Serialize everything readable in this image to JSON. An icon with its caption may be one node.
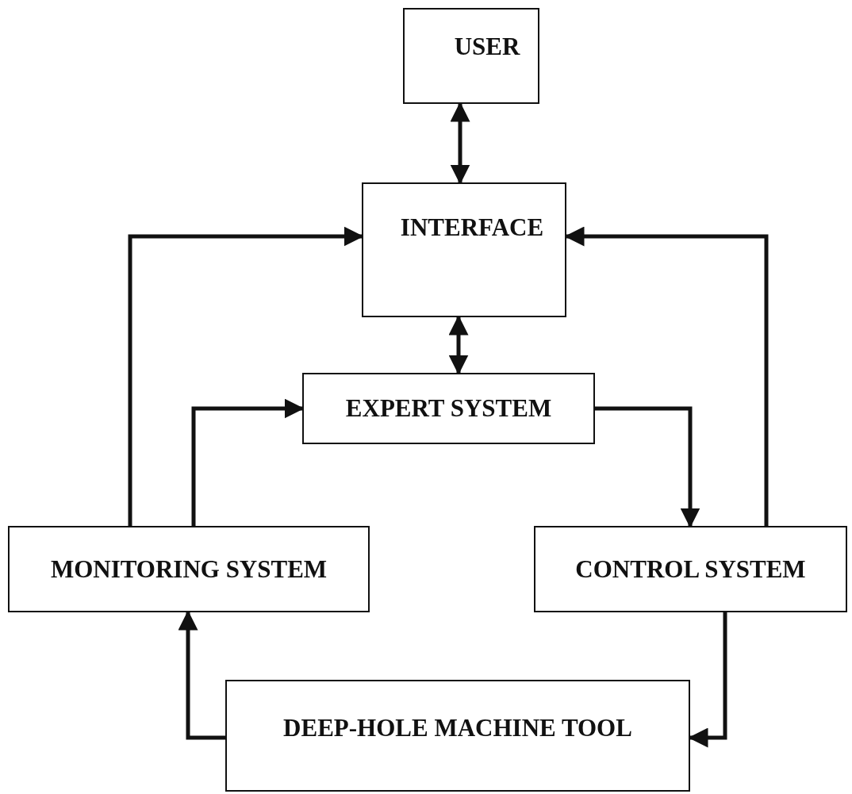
{
  "diagram": {
    "nodes": [
      {
        "text": [
          "USER"
        ]
      },
      {
        "text": [
          "INTERFACE"
        ]
      },
      {
        "text": [
          "EXPERT SYSTEM"
        ]
      },
      {
        "text": [
          "MONITORING SYSTEM"
        ]
      },
      {
        "text": [
          "CONTROL SYSTEM"
        ]
      },
      {
        "text": [
          "DEEP-HOLE MACHINE TOOL"
        ]
      }
    ],
    "edges": [
      {
        "from": 0,
        "to": 1,
        "arrow": "both"
      },
      {
        "from": 1,
        "to": 2,
        "arrow": "both"
      },
      {
        "from": 3,
        "to": 1,
        "arrow": "to"
      },
      {
        "from": 3,
        "to": 2,
        "arrow": "to"
      },
      {
        "from": 2,
        "to": 4,
        "arrow": "to"
      },
      {
        "from": 4,
        "to": 1,
        "arrow": "to"
      },
      {
        "from": 4,
        "to": 5,
        "arrow": "to"
      },
      {
        "from": 5,
        "to": 3,
        "arrow": "to"
      }
    ]
  }
}
